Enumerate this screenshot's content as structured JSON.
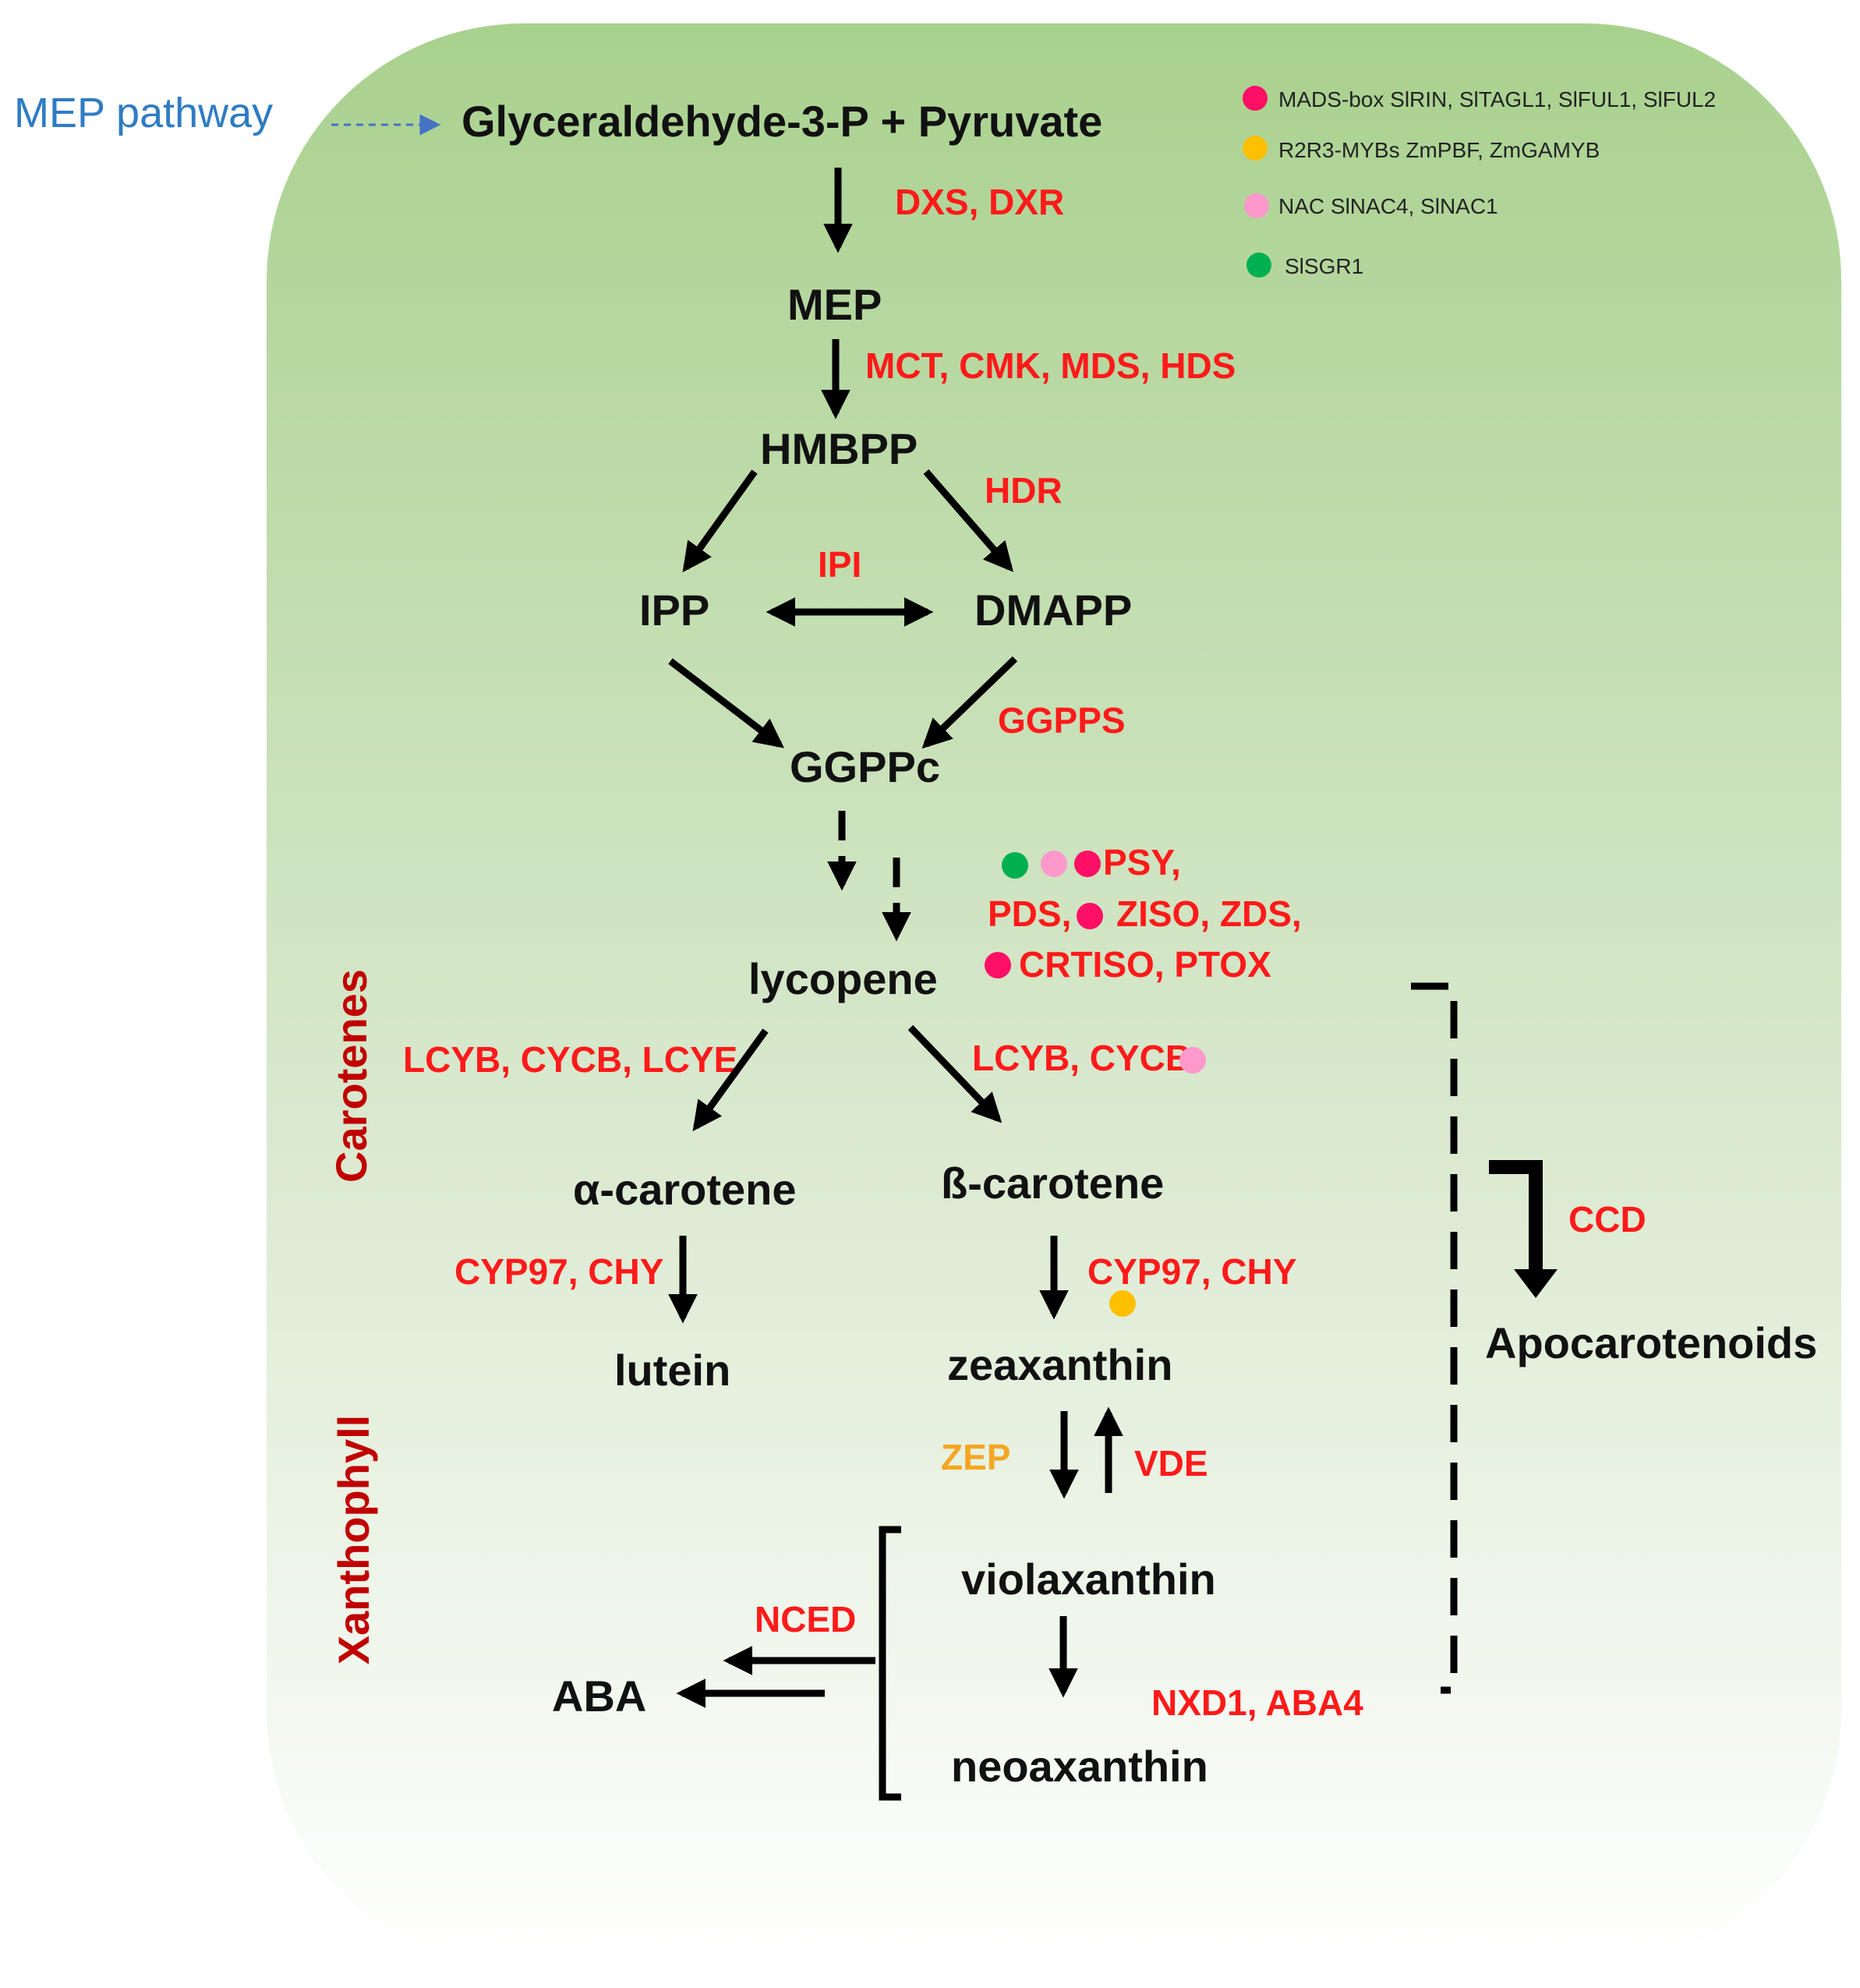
{
  "colors": {
    "panel_top": "#a9d18e",
    "panel_bottom": "#ffffff",
    "enzyme": "#ff1a1a",
    "enzyme_alt": "#f5a623",
    "group_label": "#c00000",
    "mep_label": "#2f7cc4",
    "mads_box": "#ff0f66",
    "r2r3_myb": "#ffc000",
    "nac": "#ff99cc",
    "slsgr1": "#00b050"
  },
  "entry": {
    "label": "MEP pathway"
  },
  "legend": [
    {
      "type": "mads_box",
      "color": "#ff0f66",
      "label": "MADS-box  SlRIN, SlTAGL1, SlFUL1, SlFUL2"
    },
    {
      "type": "r2r3_myb",
      "color": "#ffc000",
      "label": "R2R3-MYBs ZmPBF, ZmGAMYB"
    },
    {
      "type": "nac",
      "color": "#ff99cc",
      "label": "NAC SlNAC4, SlNAC1"
    },
    {
      "type": "slsgr1",
      "color": "#00b050",
      "label": "SlSGR1"
    }
  ],
  "metabolites": {
    "g3p_pyruvate": "Glyceraldehyde-3-P + Pyruvate",
    "mep": "MEP",
    "hmbpp": "HMBPP",
    "ipp": "IPP",
    "dmapp": "DMAPP",
    "ggppc": "GGPPc",
    "lycopene": "lycopene",
    "alpha_carotene": "α-carotene",
    "beta_carotene": "ß-carotene",
    "lutein": "lutein",
    "zeaxanthin": "zeaxanthin",
    "violaxanthin": "violaxanthin",
    "neoaxanthin": "neoaxanthin",
    "aba": "ABA",
    "apocarotenoids": "Apocarotenoids"
  },
  "enzymes": {
    "dxs_dxr": "DXS, DXR",
    "mct_cmk": "MCT, CMK, MDS, HDS",
    "hdr": "HDR",
    "ipi": "IPI",
    "ggpps": "GGPPS",
    "psy": "PSY,",
    "pds": "PDS,",
    "ziso_zds": "ZISO, ZDS,",
    "crtiso_ptox": "CRTISO, PTOX",
    "lcyb_cycb_lcye": "LCYB, CYCB, LCYE",
    "lcyb_cycb": "LCYB, CYCB",
    "cyp97_chy_alpha": "CYP97, CHY",
    "cyp97_chy_beta": "CYP97, CHY",
    "zep": "ZEP",
    "vde": "VDE",
    "nced": "NCED",
    "nxd1_aba4": "NXD1, ABA4",
    "ccd": "CCD"
  },
  "groups": {
    "carotenes": "Carotenes",
    "xanthophyll": "Xanthophyll"
  },
  "regulators": [
    {
      "enzyme": "PSY",
      "types": [
        "slsgr1",
        "nac",
        "mads_box"
      ]
    },
    {
      "enzyme": "ZISO",
      "types": [
        "mads_box"
      ]
    },
    {
      "enzyme": "CRTISO",
      "types": [
        "mads_box"
      ]
    },
    {
      "enzyme": "LCYB, CYCB",
      "types": [
        "nac"
      ]
    },
    {
      "enzyme": "CYP97, CHY",
      "types": [
        "r2r3_myb"
      ]
    }
  ]
}
